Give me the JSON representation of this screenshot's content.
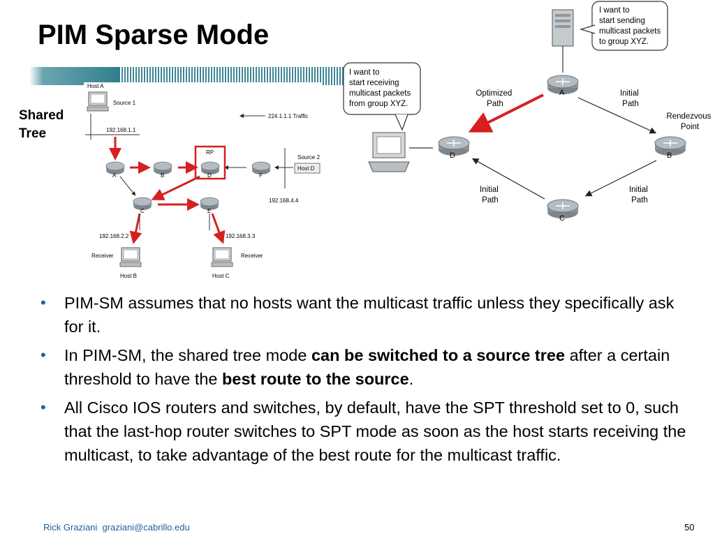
{
  "slide": {
    "title": "PIM Sparse Mode",
    "side_label_line1": "Shared",
    "side_label_line2": "Tree",
    "page_number": "50",
    "footer_author": "Rick Graziani",
    "footer_email": "graziani@cabrillo.edu"
  },
  "left_diagram": {
    "host_a": "Host A",
    "source1": "Source 1",
    "traffic": "224.1.1.1 Traffic",
    "net1": "192.168.1.1",
    "rp": "RP",
    "source2": "Source 2",
    "host_d": "Host D",
    "net4": "192.168.4.4",
    "net2": "192.168.2.2",
    "net3": "192.168.3.3",
    "receiver_left": "Receiver",
    "receiver_right": "Receiver",
    "host_b": "Host B",
    "host_c": "Host C",
    "router_a": "A",
    "router_b": "B",
    "router_c": "C",
    "router_d": "D",
    "router_e": "E",
    "router_f": "F"
  },
  "right_diagram": {
    "bubble_source": [
      "I want to",
      "start sending",
      "multicast packets",
      "to group XYZ."
    ],
    "bubble_receiver": [
      "I want to",
      "start receiving",
      "multicast packets",
      "from group XYZ."
    ],
    "optimized_path": [
      "Optimized",
      "Path"
    ],
    "initial_path_ab": [
      "Initial",
      "Path"
    ],
    "rendezvous_point": [
      "Rendezvous",
      "Point"
    ],
    "initial_path_dc": [
      "Initial",
      "Path"
    ],
    "initial_path_bc": [
      "Initial",
      "Path"
    ],
    "router_a": "A",
    "router_b": "B",
    "router_c": "C",
    "router_d": "D"
  },
  "bullets": [
    {
      "text": "PIM-SM assumes that no hosts want the multicast traffic unless they specifically ask for it."
    },
    {
      "pre": "In PIM-SM, the shared tree mode ",
      "bold1": "can be switched to a source tree",
      "mid": " after a certain threshold to have the ",
      "bold2": "best route to the source",
      "post": "."
    },
    {
      "text": "All Cisco IOS routers and switches, by default, have the SPT threshold set to 0, such that the last-hop router switches to SPT mode as soon as the host starts receiving the multicast, to take advantage of the best route for the multicast traffic."
    }
  ],
  "colors": {
    "accent": "#d62020",
    "bullet": "#1c5fa0",
    "stripe": "#4a8f9a",
    "router": "#9aa3aa"
  },
  "icons": [
    "router-icon",
    "host-icon",
    "server-icon"
  ]
}
